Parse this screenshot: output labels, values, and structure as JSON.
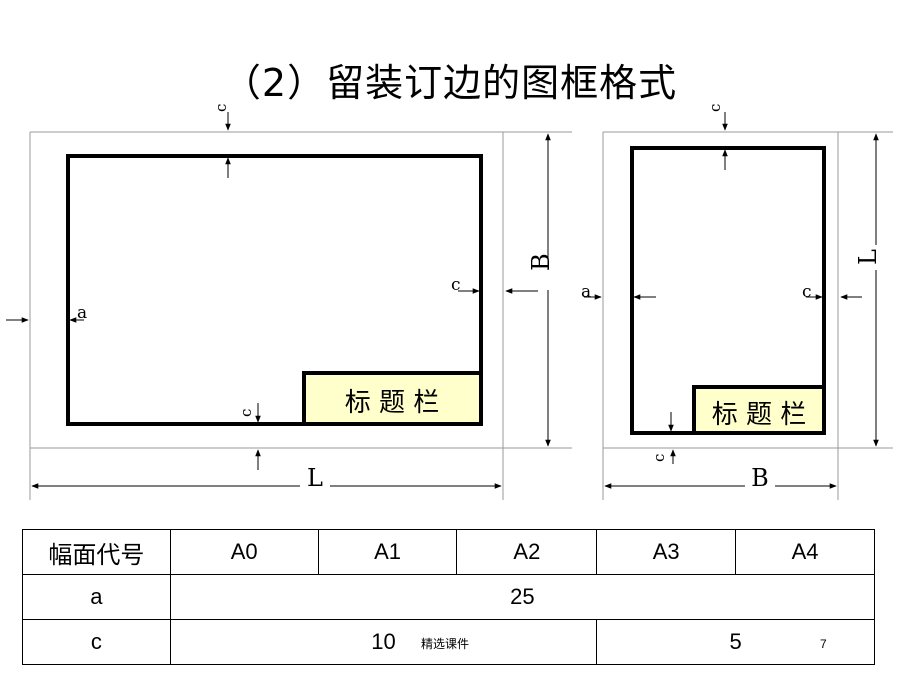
{
  "title": "（2）留装订边的图框格式",
  "landscape_diagram": {
    "labels": {
      "c_top": "c",
      "c_inner_top": "",
      "c_right": "c",
      "a_left": "a",
      "c_bottom": "c",
      "B": "B",
      "L": "L"
    },
    "title_block": "标 题 栏"
  },
  "portrait_diagram": {
    "labels": {
      "c_top": "c",
      "a_left": "a",
      "c_right": "c",
      "c_bottom": "c",
      "L": "L",
      "B": "B"
    },
    "title_block": "标 题 栏"
  },
  "colors": {
    "title_block_fill": "#ffffcc",
    "frame": "#000000",
    "outer_border": "#999999"
  },
  "table": {
    "header": [
      "幅面代号",
      "A0",
      "A1",
      "A2",
      "A3",
      "A4"
    ],
    "row_a": {
      "label": "a",
      "value": "25"
    },
    "row_c": {
      "label": "c",
      "value_large": "10",
      "value_small": "5"
    }
  },
  "footer_note": "精选课件",
  "page_number": "7"
}
